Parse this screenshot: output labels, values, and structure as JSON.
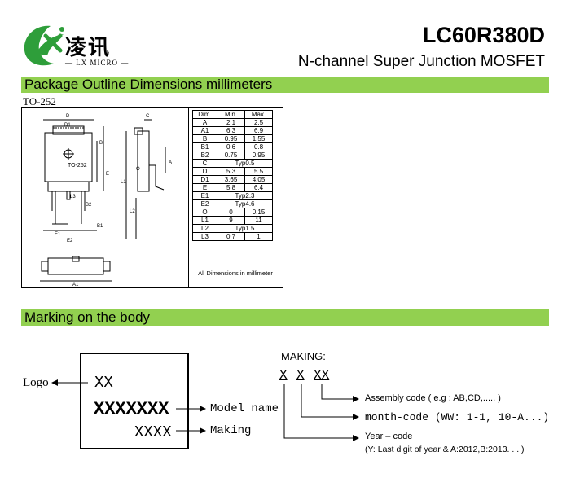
{
  "header": {
    "logo_cn": "凌讯",
    "logo_en": "LX MICRO",
    "part_number": "LC60R380D",
    "subtitle": "N-channel Super Junction MOSFET"
  },
  "package_section": {
    "title": "Package Outline Dimensions  millimeters",
    "package_name": "TO-252",
    "drawing_labels": [
      "D",
      "D1",
      "C",
      "B",
      "E",
      "L1",
      "L2",
      "L3",
      "O",
      "A",
      "B2",
      "B1",
      "E1",
      "E2",
      "A1",
      "TO-252"
    ],
    "table_headers": [
      "Dim.",
      "Min.",
      "Max."
    ],
    "rows": [
      {
        "dim": "A",
        "min": "2.1",
        "max": "2.5"
      },
      {
        "dim": "A1",
        "min": "6.3",
        "max": "6.9"
      },
      {
        "dim": "B",
        "min": "0.95",
        "max": "1.55"
      },
      {
        "dim": "B1",
        "min": "0.6",
        "max": "0.8"
      },
      {
        "dim": "B2",
        "min": "0.75",
        "max": "0.95"
      },
      {
        "dim": "C",
        "typ": "Typ0.5"
      },
      {
        "dim": "D",
        "min": "5.3",
        "max": "5.5"
      },
      {
        "dim": "D1",
        "min": "3.65",
        "max": "4.05"
      },
      {
        "dim": "E",
        "min": "5.8",
        "max": "6.4"
      },
      {
        "dim": "E1",
        "typ": "Typ2.3"
      },
      {
        "dim": "E2",
        "typ": "Typ4.6"
      },
      {
        "dim": "O",
        "min": "0",
        "max": "0.15"
      },
      {
        "dim": "L1",
        "min": "9",
        "max": "11"
      },
      {
        "dim": "L2",
        "typ": "Typ1.5"
      },
      {
        "dim": "L3",
        "min": "0.7",
        "max": "1"
      }
    ],
    "note": "All Dimensions in millimeter"
  },
  "marking_section": {
    "title": "Marking on the body",
    "logo_label": "Logo",
    "line1": "XX",
    "line2": "XXXXXXX",
    "line3": "XXXX",
    "model_name_label": "Model name",
    "making_label": "Making",
    "making_title": "MAKING:",
    "code_x1": "X",
    "code_x2": "X",
    "code_xx": "XX",
    "assembly_code": "Assembly code ( e.g : AB,CD,..... )",
    "month_code": "month-code (WW: 1-1, 10-A...)",
    "year_code": "Year – code",
    "year_note": "(Y: Last digit of year & A:2012,B:2013. . . )"
  },
  "colors": {
    "section_bar": "#92d050",
    "logo_green": "#2e9e3a"
  }
}
